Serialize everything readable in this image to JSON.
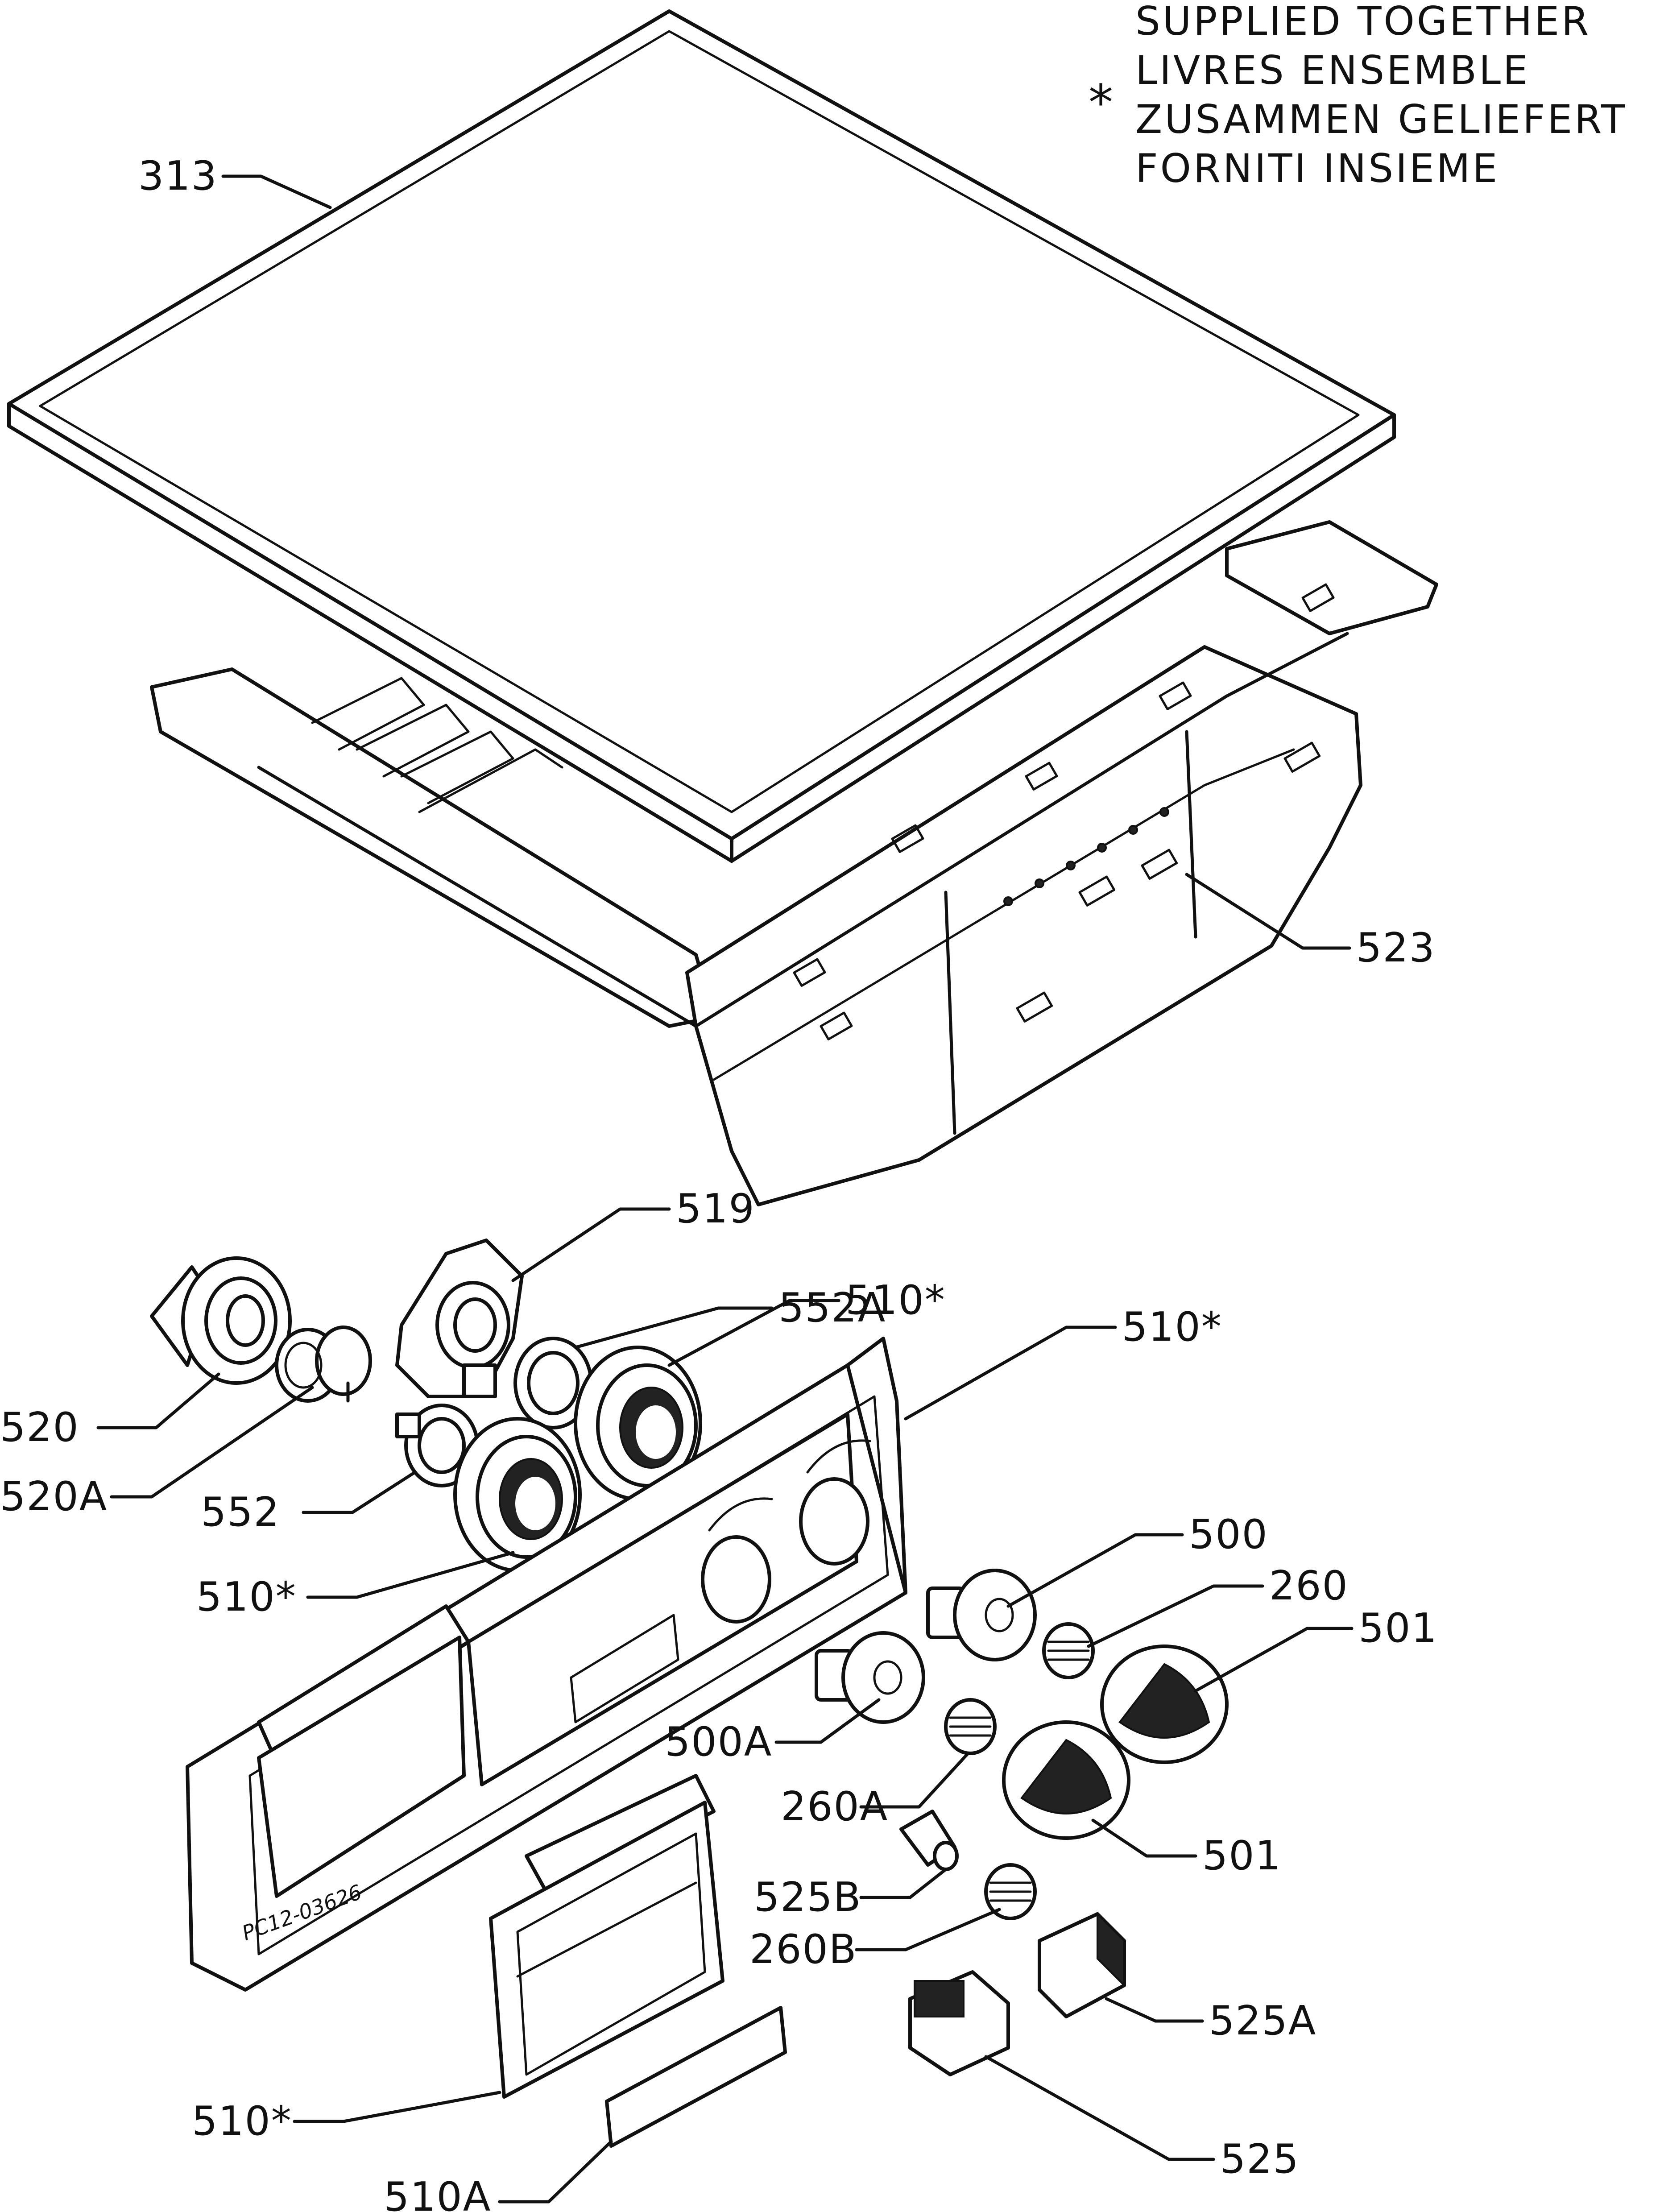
{
  "legend": {
    "star": "*",
    "lines": [
      "SUPPLIED TOGETHER",
      "LIVRES ENSEMBLE",
      "ZUSAMMEN GELIEFERT",
      "FORNITI INSIEME"
    ]
  },
  "labels": {
    "p313": "313",
    "p523": "523",
    "p519": "519",
    "p552A": "552A",
    "p510_knob_top": "510*",
    "p510_panel": "510*",
    "p520": "520",
    "p520A": "520A",
    "p552": "552",
    "p510_knob_left": "510*",
    "p500": "500",
    "p260": "260",
    "p501_top": "501",
    "p500A": "500A",
    "p260A": "260A",
    "p501_bottom": "501",
    "p525B": "525B",
    "p260B": "260B",
    "p525A": "525A",
    "p510_drawer": "510*",
    "p525": "525",
    "p510A": "510A"
  },
  "stamp": "PC12-03626"
}
